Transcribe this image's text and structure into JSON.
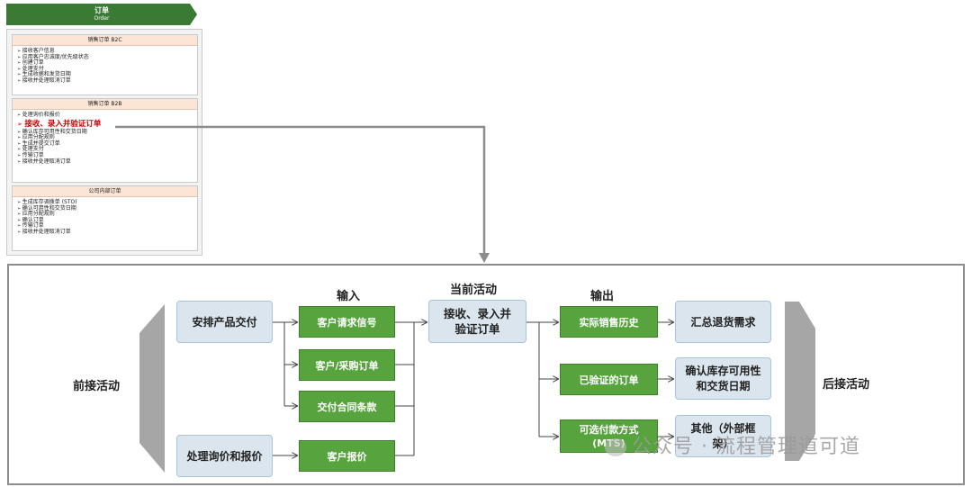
{
  "header": {
    "title_cn": "订单",
    "title_en": "Order"
  },
  "sections": {
    "b2c": {
      "title": "销售订单 B2C",
      "items": [
        "接收客户信息",
        "应用客户忠诚度/优先级状态",
        "创建订单",
        "处理支付",
        "生成收据和发货日期",
        "接收并处理取消订单"
      ]
    },
    "b2b": {
      "title": "销售订单 B2B",
      "items": [
        "处理询价和报价",
        "接收、录入并验证订单",
        "确认库存可用性和交货日期",
        "应用分配规则",
        "生成并提交订单",
        "处理支付",
        "传输订单",
        "接收并处理取消订单"
      ]
    },
    "internal": {
      "title": "公司内部订单",
      "items": [
        "生成库存调拨单 (STO)",
        "确认可用性和交货日期",
        "应用分配规则",
        "确认订单",
        "传输订单",
        "接收并处理取消订单"
      ]
    }
  },
  "diagram": {
    "predecessor": "前接活动",
    "successor": "后接活动",
    "input_header": "输入",
    "current_header": "当前活动",
    "output_header": "输出",
    "sources": {
      "s1": "安排产品交付",
      "s2": "处理询价和报价"
    },
    "inputs": {
      "i1": "客户请求信号",
      "i2": "客户/采购订单",
      "i3": "交付合同条款",
      "i4": "客户报价"
    },
    "current": "接收、录入并验证订单",
    "outputs": {
      "o1": "实际销售历史",
      "o2": "已验证的订单",
      "o3": "可选付款方式 (MTS)"
    },
    "targets": {
      "t1": "汇总退货需求",
      "t2": "确认库存可用性和交货日期",
      "t3": "其他（外部框架）"
    }
  },
  "watermark": "公众号 · 流程管理道可道",
  "colors": {
    "banner": "#3a7a35",
    "green": "#57a33e",
    "blue_box": "#dbe5ee",
    "highlight": "#cc0000",
    "section_header": "#fbe5d6"
  }
}
